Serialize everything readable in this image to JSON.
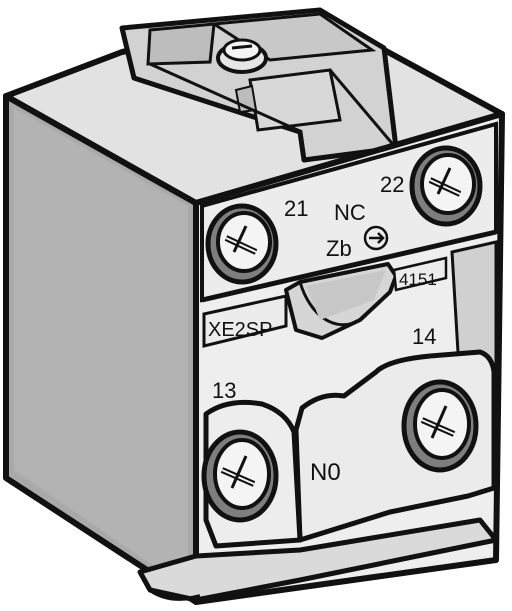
{
  "labels": {
    "terminal_21": "21",
    "terminal_22": "22",
    "nc": "NC",
    "zb": "Zb",
    "part_number": "4151",
    "model": "XE2SP",
    "terminal_14": "14",
    "terminal_13": "13",
    "no": "N0"
  },
  "colors": {
    "outline": "#111111",
    "side_face": "#a9a9a9",
    "top_face": "#e2e2e2",
    "front_face": "#eeeeee",
    "shadow": "#7e7e7e",
    "screw_head": "#f4f4f4"
  }
}
